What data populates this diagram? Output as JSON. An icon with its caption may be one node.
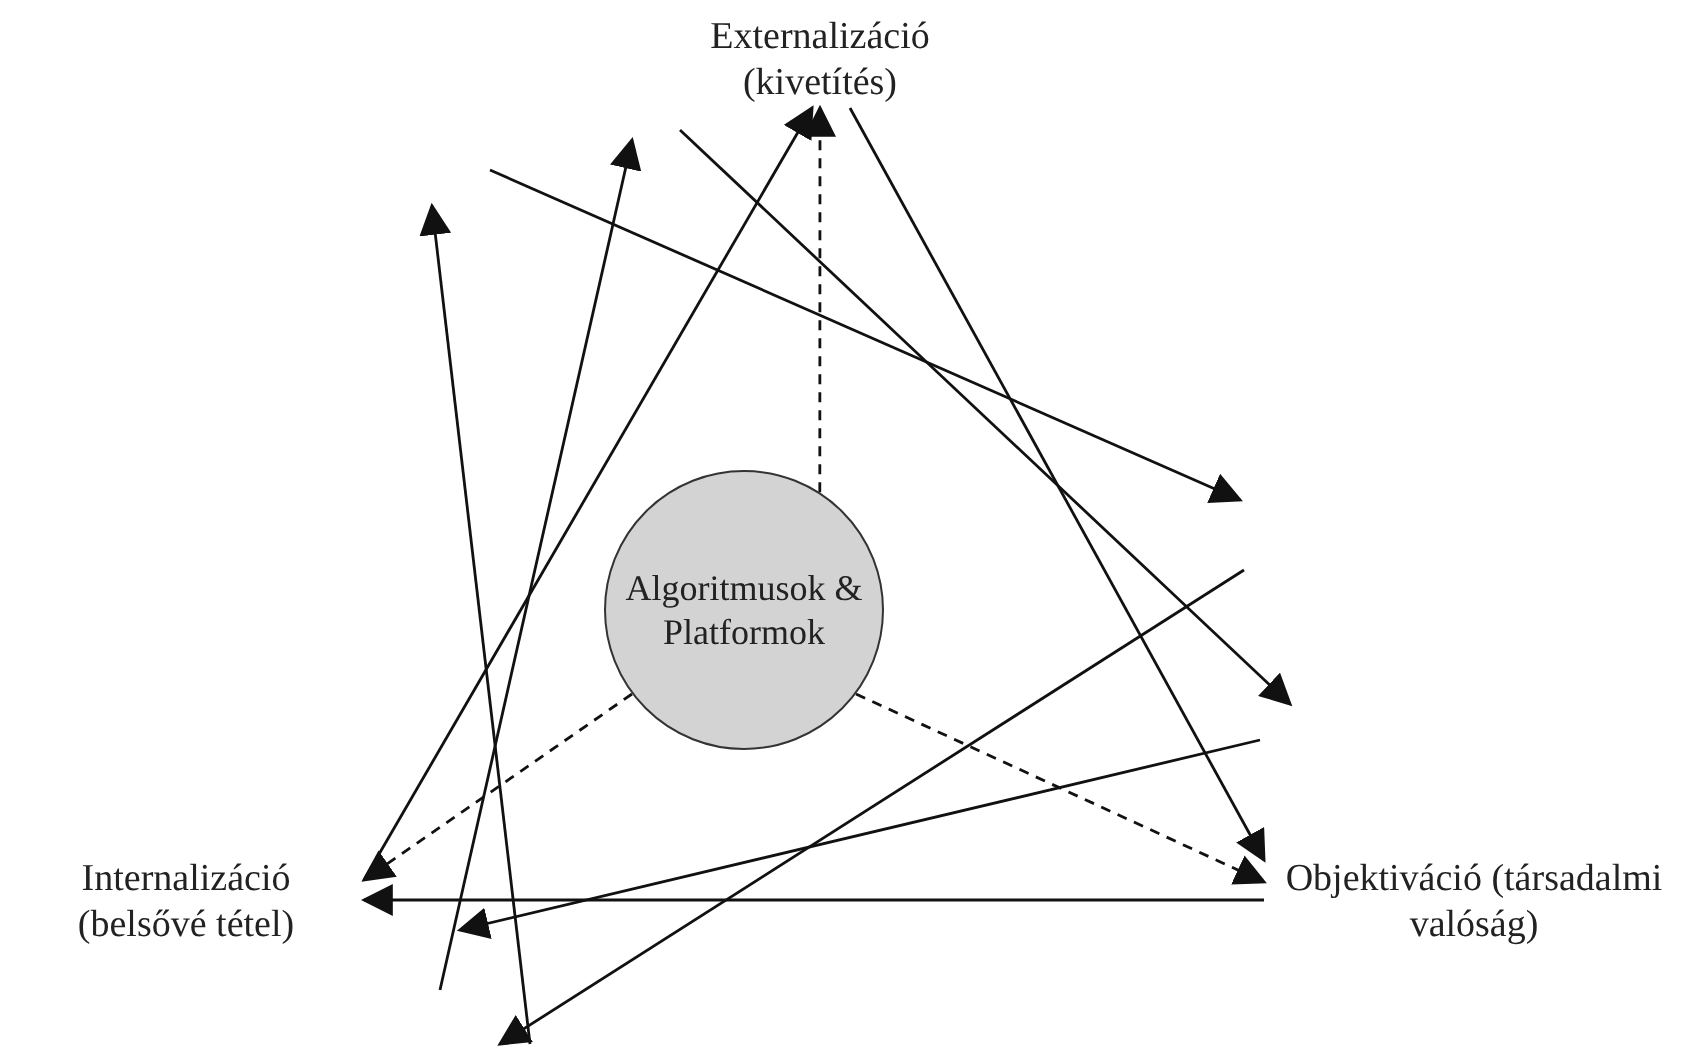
{
  "diagram": {
    "nodes": [
      {
        "text": [
          "Externalizáció (kivetítés)"
        ]
      },
      {
        "text": [
          "Objektiváció (társadalmi valóság)"
        ]
      },
      {
        "text": [
          "Internalizáció (belsővé tétel)"
        ]
      },
      {
        "text": [
          "Algoritmusok & Platformok"
        ]
      }
    ],
    "edges": [
      {
        "from": 0,
        "to": 1,
        "arrow": "to"
      },
      {
        "from": 1,
        "to": 2,
        "arrow": "to"
      },
      {
        "from": 2,
        "to": 0,
        "arrow": "to"
      },
      {
        "from": 3,
        "to": 0,
        "arrow": "to",
        "style": "dashed"
      },
      {
        "from": 3,
        "to": 2,
        "arrow": "to",
        "style": "dashed"
      },
      {
        "from": 3,
        "to": 1,
        "arrow": "to",
        "style": "dashed"
      }
    ]
  }
}
